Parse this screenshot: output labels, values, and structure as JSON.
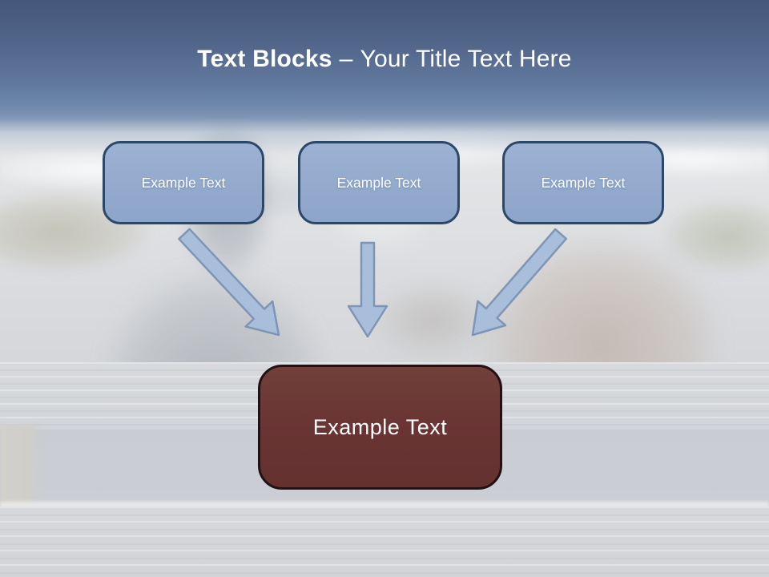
{
  "slide": {
    "title": {
      "bold_text": "Text Blocks",
      "separator": "–",
      "regular_text": "Your Title Text Here"
    },
    "source_boxes": [
      {
        "label": "Example Text"
      },
      {
        "label": "Example Text"
      },
      {
        "label": "Example Text"
      }
    ],
    "result_box": {
      "label": "Example Text"
    },
    "colors": {
      "header_top": "#45577a",
      "header_bottom": "#6d87ab",
      "title_text": "#ffffff",
      "source_box_fill": "#93aacd",
      "source_box_border": "#2c4868",
      "arrow_fill": "#a9bedb",
      "arrow_border": "#7e95b5",
      "result_box_fill": "#6a3534",
      "result_box_border": "#211114",
      "box_text": "#ffffff"
    }
  }
}
